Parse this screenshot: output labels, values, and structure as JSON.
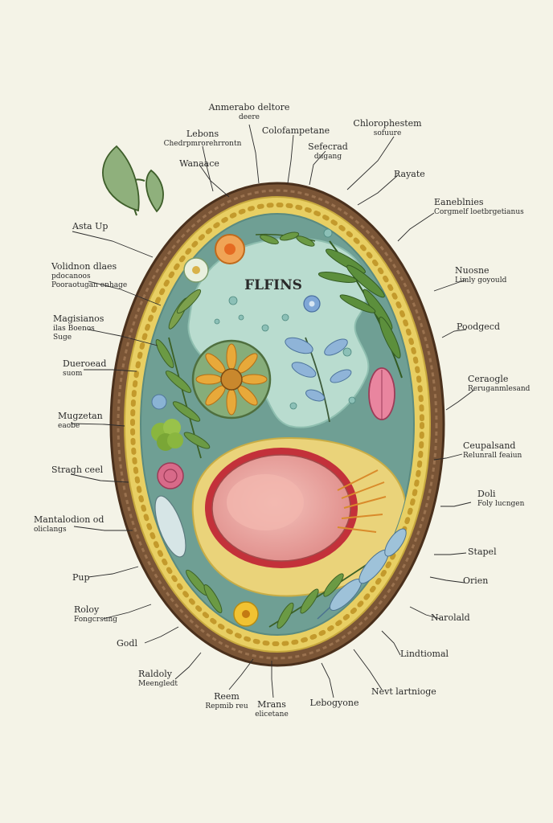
{
  "center_label": "FLFINS",
  "colors": {
    "background": "#f4f3e7",
    "bark": "#6b4a2f",
    "membrane": "#e9d26a",
    "cytoplasm": "#6e9e93",
    "vacuole": "#b9dccf",
    "nucleus": "#e9a09a"
  },
  "labels_top": [
    {
      "id": "top-1",
      "lines": [
        "Anmerabo deltore",
        "deere"
      ]
    },
    {
      "id": "top-2",
      "lines": [
        "Colofampetane"
      ]
    },
    {
      "id": "top-3",
      "lines": [
        "Chlorophestem",
        "sofuure"
      ]
    },
    {
      "id": "top-4",
      "lines": [
        "Lebons",
        "Chedrpmrorehrrontn"
      ]
    },
    {
      "id": "top-5",
      "lines": [
        "Wanaace"
      ]
    },
    {
      "id": "top-6",
      "lines": [
        "Sefecrad",
        "dugang"
      ]
    }
  ],
  "labels_left": [
    {
      "id": "left-1",
      "lines": [
        "Asta Up"
      ]
    },
    {
      "id": "left-2",
      "lines": [
        "Volidnon dlaes",
        "pdocanoos",
        "Pooraotugan enhage"
      ]
    },
    {
      "id": "left-3",
      "lines": [
        "Magisianos",
        "ilas Boenos",
        "Suge"
      ]
    },
    {
      "id": "left-4",
      "lines": [
        "Dueroead",
        "suom"
      ]
    },
    {
      "id": "left-5",
      "lines": [
        "Mugzetan",
        "eaobe"
      ]
    },
    {
      "id": "left-6",
      "lines": [
        "Stragh ceel"
      ]
    },
    {
      "id": "left-7",
      "lines": [
        "Mantalodion od",
        "oliclangs"
      ]
    },
    {
      "id": "left-8",
      "lines": [
        "Pup"
      ]
    },
    {
      "id": "left-9",
      "lines": [
        "Roloy",
        "Fongcrsung"
      ]
    },
    {
      "id": "left-10",
      "lines": [
        "Godl"
      ]
    },
    {
      "id": "left-11",
      "lines": [
        "Raldoly",
        "Meengledt"
      ]
    }
  ],
  "labels_right": [
    {
      "id": "right-1",
      "lines": [
        "Rayate"
      ]
    },
    {
      "id": "right-2",
      "lines": [
        "Eaneblnies",
        "Corgmelf loetbrgetianus"
      ]
    },
    {
      "id": "right-3",
      "lines": [
        "Nuosne",
        "Limly goyould"
      ]
    },
    {
      "id": "right-4",
      "lines": [
        "Poodgecd"
      ]
    },
    {
      "id": "right-5",
      "lines": [
        "Ceraogle",
        "Reruganmlesand"
      ]
    },
    {
      "id": "right-6",
      "lines": [
        "Ceupalsand",
        "Relunrall feaiun"
      ]
    },
    {
      "id": "right-7",
      "lines": [
        "Doli",
        "Foly lucngen"
      ]
    },
    {
      "id": "right-8",
      "lines": [
        "Stapel"
      ]
    },
    {
      "id": "right-9",
      "lines": [
        "Orien"
      ]
    },
    {
      "id": "right-10",
      "lines": [
        "Narolald"
      ]
    },
    {
      "id": "right-11",
      "lines": [
        "Lindtiomal"
      ]
    },
    {
      "id": "right-12",
      "lines": [
        "Nevt lartnioge"
      ]
    }
  ],
  "labels_bottom": [
    {
      "id": "bottom-1",
      "lines": [
        "Reem",
        "Repmib reu"
      ]
    },
    {
      "id": "bottom-2",
      "lines": [
        "Mrans",
        "elicetane"
      ]
    },
    {
      "id": "bottom-3",
      "lines": [
        "Lebogyone"
      ]
    }
  ]
}
